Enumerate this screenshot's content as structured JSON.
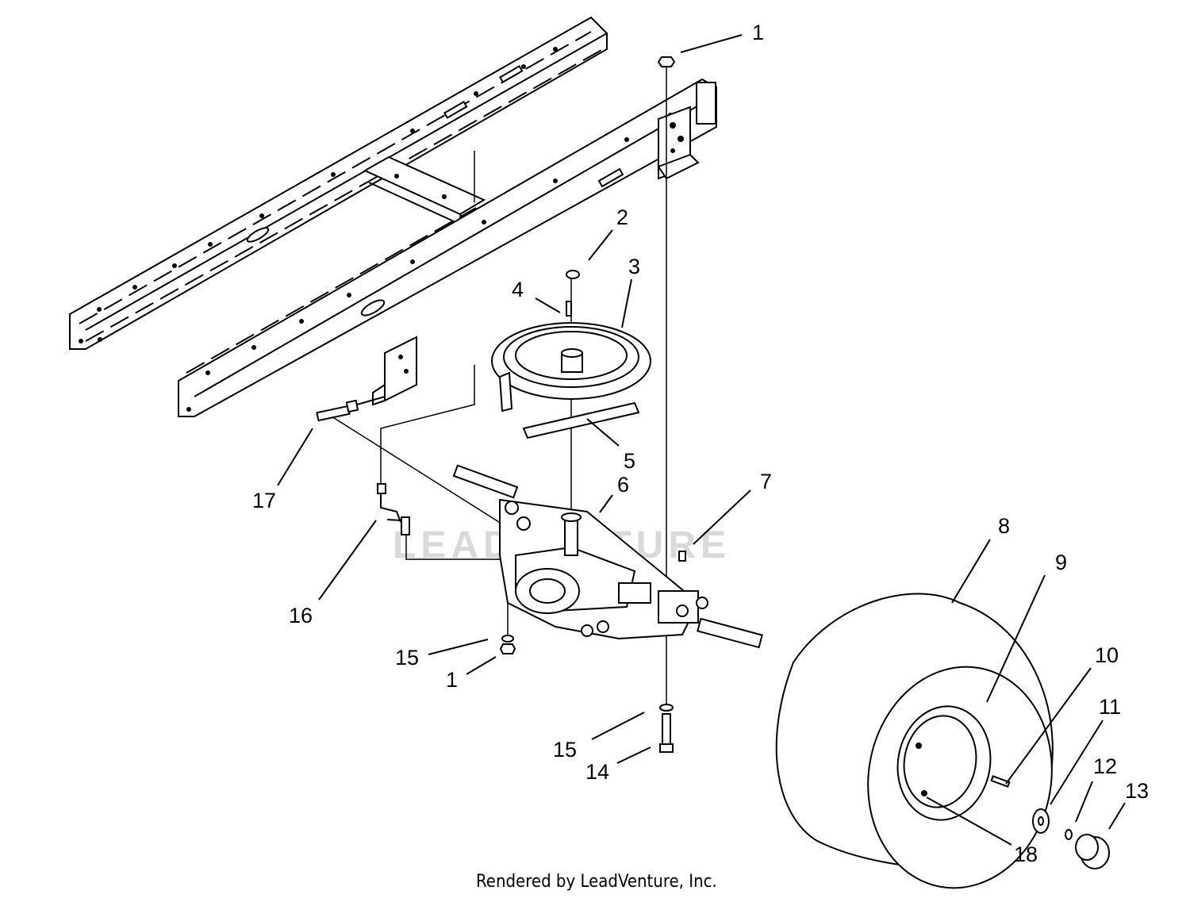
{
  "watermark": "LEADVENTURE",
  "footer": "Rendered by LeadVenture, Inc.",
  "callouts": [
    {
      "id": "c1a",
      "label": "1"
    },
    {
      "id": "c2",
      "label": "2"
    },
    {
      "id": "c3",
      "label": "3"
    },
    {
      "id": "c4",
      "label": "4"
    },
    {
      "id": "c5",
      "label": "5"
    },
    {
      "id": "c6",
      "label": "6"
    },
    {
      "id": "c7",
      "label": "7"
    },
    {
      "id": "c8",
      "label": "8"
    },
    {
      "id": "c9",
      "label": "9"
    },
    {
      "id": "c10",
      "label": "10"
    },
    {
      "id": "c11",
      "label": "11"
    },
    {
      "id": "c12",
      "label": "12"
    },
    {
      "id": "c13",
      "label": "13"
    },
    {
      "id": "c14",
      "label": "14"
    },
    {
      "id": "c15a",
      "label": "15"
    },
    {
      "id": "c15b",
      "label": "15"
    },
    {
      "id": "c16",
      "label": "16"
    },
    {
      "id": "c17",
      "label": "17"
    },
    {
      "id": "c18",
      "label": "18"
    },
    {
      "id": "c1b",
      "label": "1"
    }
  ]
}
